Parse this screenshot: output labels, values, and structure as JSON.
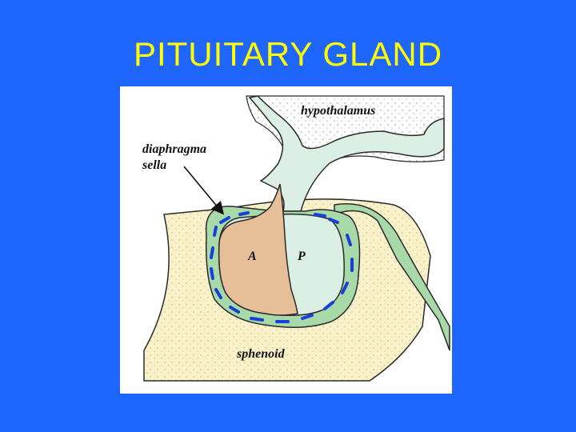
{
  "slide": {
    "title": "PITUITARY GLAND"
  },
  "diagram": {
    "labels": {
      "hypothalamus": "hypothalamus",
      "diaphragma_line1": "diaphragma",
      "diaphragma_line2": "sella",
      "anterior": "A",
      "posterior": "P",
      "sphenoid": "sphenoid"
    },
    "colors": {
      "background": "#1f66ff",
      "title": "#ffff00",
      "bone": "#fbf1c8",
      "dura": "#a8d9a8",
      "neural": "#dcefe4",
      "anterior_lobe": "#e6bf98",
      "vessels": "#1a3fd6",
      "outline": "#2a2a2a"
    }
  }
}
